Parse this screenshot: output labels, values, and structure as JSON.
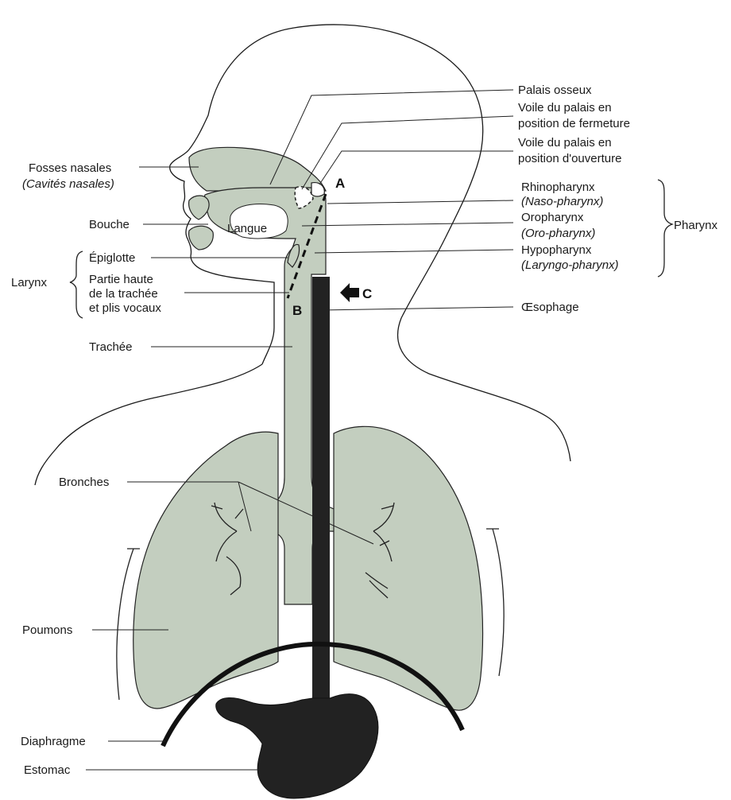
{
  "colors": {
    "organ_fill": "#c3cebf",
    "esophagus_fill": "#222222",
    "outline": "#1a1a1a",
    "background": "#ffffff"
  },
  "labels": {
    "palais_osseux": "Palais osseux",
    "voile_fermeture_1": "Voile du palais en",
    "voile_fermeture_2": "position de fermeture",
    "voile_ouverture_1": "Voile du palais en",
    "voile_ouverture_2": "position d'ouverture",
    "fosses_nasales": "Fosses nasales",
    "cavites_nasales": "(Cavités nasales)",
    "bouche": "Bouche",
    "langue": "Langue",
    "epiglotte": "Épiglotte",
    "larynx": "Larynx",
    "partie_haute_1": "Partie haute",
    "partie_haute_2": "de la trachée",
    "partie_haute_3": "et plis vocaux",
    "trachee": "Trachée",
    "rhinopharynx": "Rhinopharynx",
    "naso_pharynx": "(Naso-pharynx)",
    "oropharynx": "Oropharynx",
    "oro_pharynx": "(Oro-pharynx)",
    "hypopharynx": "Hypopharynx",
    "laryngo_pharynx": "(Laryngo-pharynx)",
    "pharynx": "Pharynx",
    "oesophage": "Œsophage",
    "bronches": "Bronches",
    "poumons": "Poumons",
    "diaphragme": "Diaphragme",
    "estomac": "Estomac",
    "point_a": "A",
    "point_b": "B",
    "point_c": "C"
  },
  "icons": {
    "arrow_c": "arrow-right-icon"
  }
}
